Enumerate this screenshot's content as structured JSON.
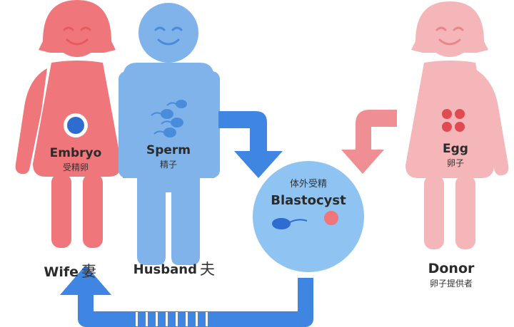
{
  "colors": {
    "wife": "#ef767b",
    "husband": "#7fb3ea",
    "donor": "#f4b6b8",
    "arrow": "#3f86e2",
    "blastocyst": "#8fc3f1",
    "egg": "#e24a52",
    "embryo_ring": "#2f6cd0",
    "face_wife": "#e85a61",
    "face_husband": "#4a8cdc",
    "face_donor": "#e8878b"
  },
  "wife": {
    "organ_label": "Embryo",
    "organ_label_cn": "受精卵",
    "name": "Wife",
    "name_cn": "妻"
  },
  "husband": {
    "organ_label": "Sperm",
    "organ_label_cn": "精子",
    "name": "Husband",
    "name_cn": "夫"
  },
  "donor": {
    "organ_label": "Egg",
    "organ_label_cn": "卵子",
    "name": "Donor",
    "name_cn": "卵子提供者"
  },
  "center": {
    "caption_cn": "体外受精",
    "label": "Blastocyst"
  }
}
